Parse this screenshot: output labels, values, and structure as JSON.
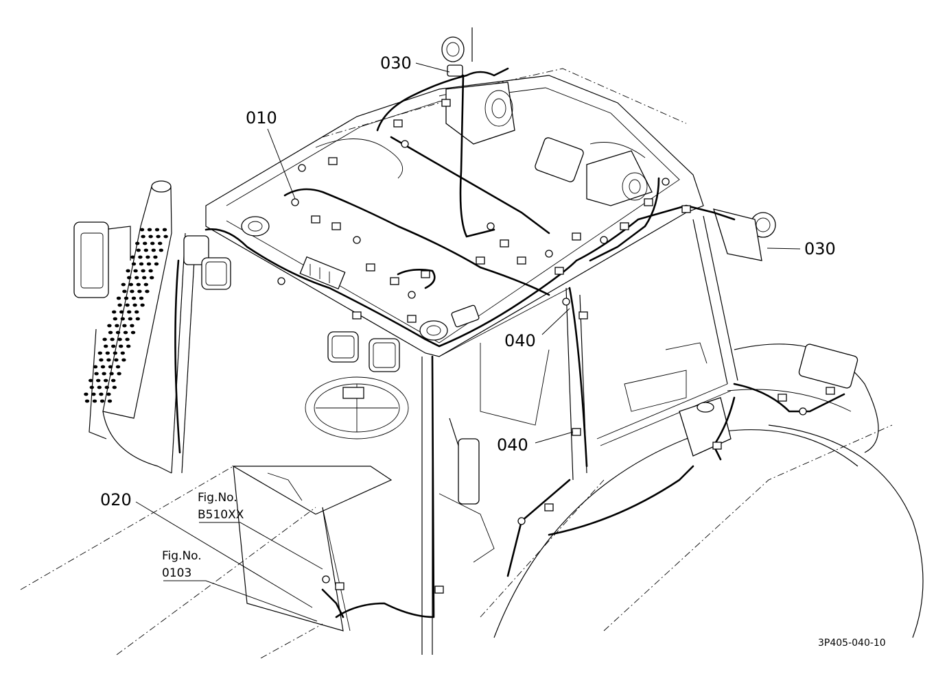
{
  "callouts": [
    {
      "id": "callout-030-top",
      "text": "030"
    },
    {
      "id": "callout-010",
      "text": "010"
    },
    {
      "id": "callout-030-right",
      "text": "030"
    },
    {
      "id": "callout-040-upper",
      "text": "040"
    },
    {
      "id": "callout-040-lower",
      "text": "040"
    },
    {
      "id": "callout-020",
      "text": "020"
    }
  ],
  "references": {
    "fig_b510xx_line1": "Fig.No.",
    "fig_b510xx_line2": "B510XX",
    "fig_0103_line1": "Fig.No.",
    "fig_0103_line2": "0103"
  },
  "drawing_code": "3P405-040-10"
}
